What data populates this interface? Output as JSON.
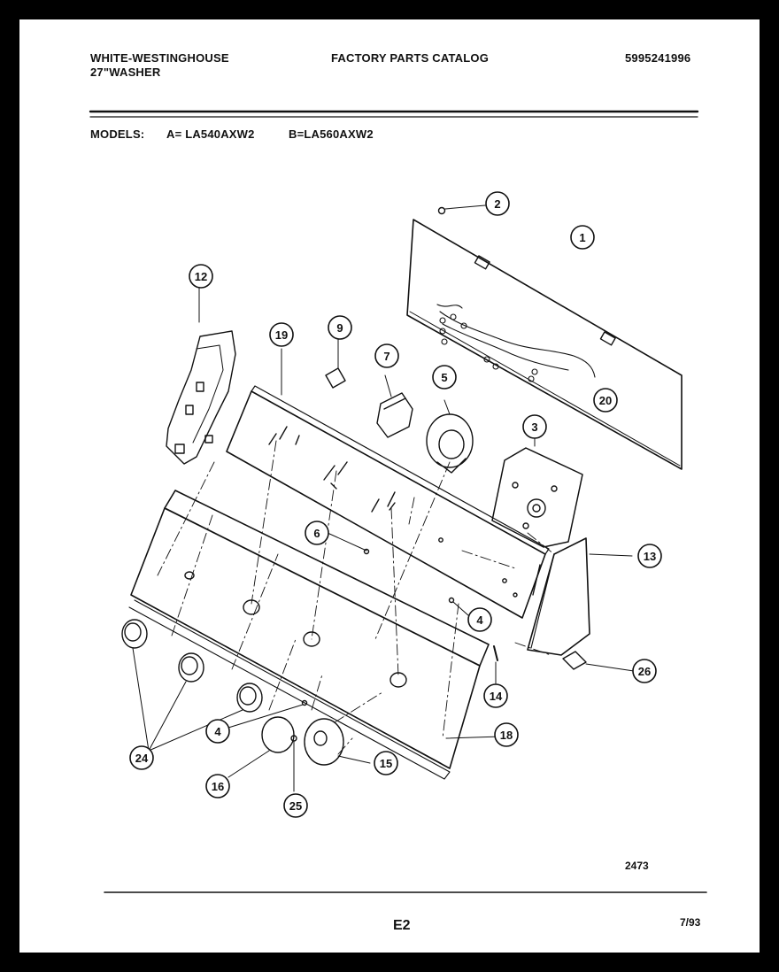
{
  "header": {
    "brand": "WHITE-WESTINGHOUSE",
    "appliance": "27\"WASHER",
    "catalog_title": "FACTORY PARTS CATALOG",
    "catalog_number": "5995241996"
  },
  "models": {
    "label": "MODELS:",
    "model_a": "A= LA540AXW2",
    "model_b": "B=LA560AXW2"
  },
  "callouts": [
    "2",
    "1",
    "12",
    "19",
    "9",
    "7",
    "5",
    "20",
    "3",
    "6",
    "13",
    "4",
    "26",
    "14",
    "4",
    "18",
    "24",
    "15",
    "16",
    "25"
  ],
  "drawing_number": "2473",
  "footer": {
    "page_code": "E2",
    "date": "7/93"
  },
  "colors": {
    "ink": "#111111",
    "paper": "#ffffff",
    "border": "#000000"
  }
}
